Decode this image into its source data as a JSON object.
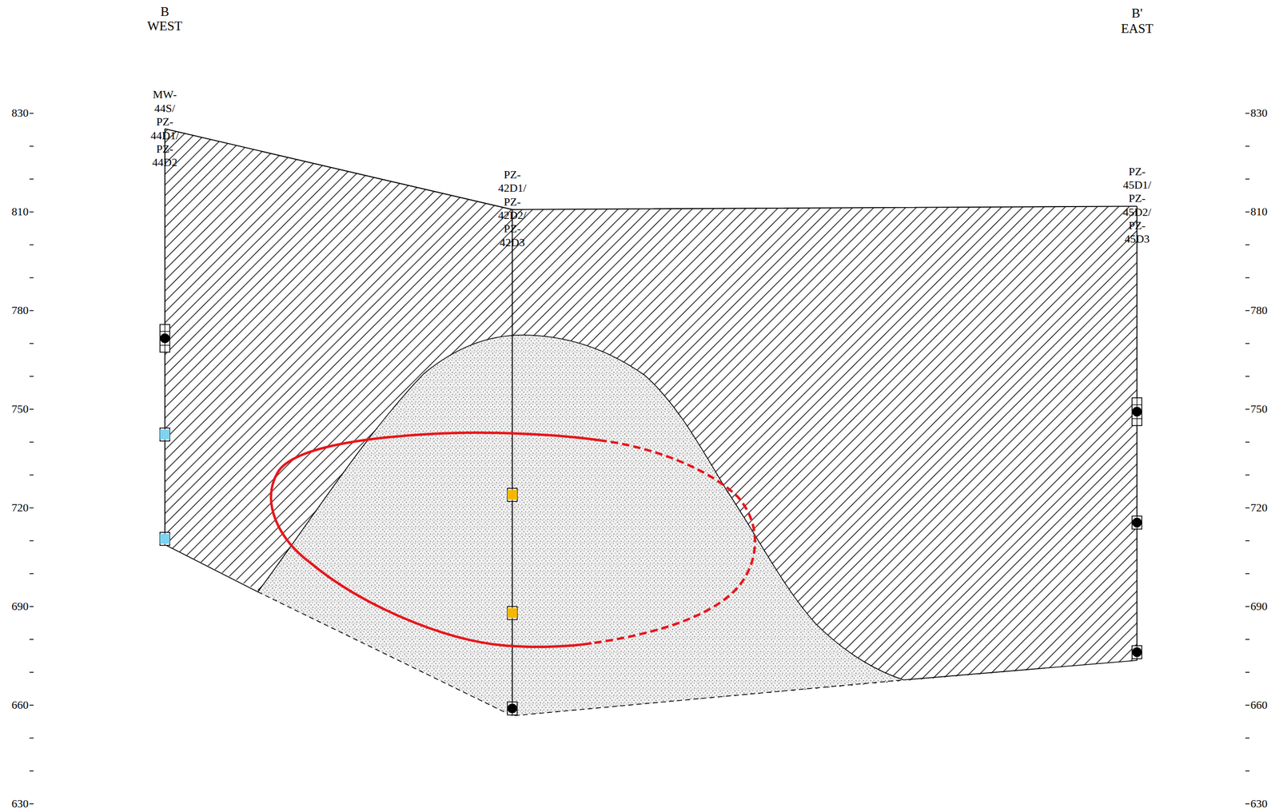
{
  "diagram": {
    "labels": [
      "B",
      "WEST",
      "B'",
      "EAST",
      "MW-44S/ PZ-44D1/ PZ-44D2",
      "PZ-42D1/ PZ-42D2/ PZ-42D3",
      "PZ-45D1/ PZ-45D2/ PZ-45D3",
      "830",
      "810",
      "780",
      "750",
      "720",
      "690",
      "660",
      "630",
      "830",
      "810",
      "780",
      "750",
      "720",
      "690",
      "660",
      "630"
    ]
  }
}
